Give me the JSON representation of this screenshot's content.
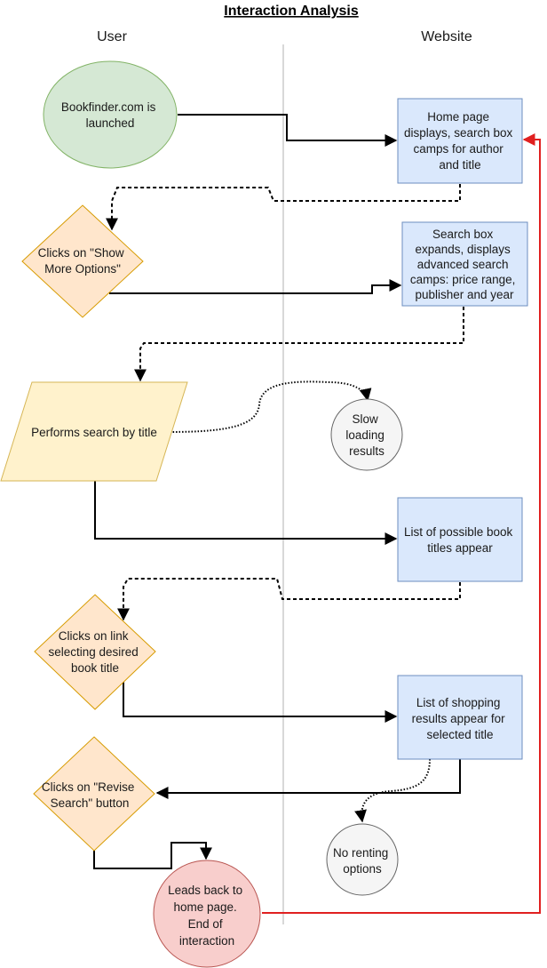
{
  "title": "Interaction Analysis",
  "lanes": {
    "user": "User",
    "website": "Website"
  },
  "nodes": {
    "launch": [
      "Bookfinder.com is",
      "launched"
    ],
    "home": [
      "Home page",
      "displays, search box",
      "camps for author",
      "and title"
    ],
    "show_more": [
      "Clicks on \"Show",
      "More Options\""
    ],
    "expand": [
      "Search box",
      "expands, displays",
      "advanced search",
      "camps: price range,",
      "publisher and year"
    ],
    "search": [
      "Performs search by title"
    ],
    "slow": [
      "Slow",
      "loading",
      "results"
    ],
    "titles": [
      "List of possible book",
      "titles appear"
    ],
    "link": [
      "Clicks on link",
      "selecting desired",
      "book title"
    ],
    "shopping": [
      "List of shopping",
      "results appear for",
      "selected title"
    ],
    "revise": [
      "Clicks on \"Revise",
      "Search\" button"
    ],
    "no_rent": [
      "No renting",
      "options"
    ],
    "end": [
      "Leads back to",
      "home page.",
      "End of",
      "interaction"
    ]
  },
  "colors": {
    "green_fill": "#d5e8d4",
    "green_stroke": "#82b366",
    "blue_fill": "#dae8fc",
    "blue_stroke": "#6c8ebf",
    "orange_fill": "#ffe6cc",
    "orange_stroke": "#d79b00",
    "yellow_fill": "#fff2cc",
    "yellow_stroke": "#d6b656",
    "gray_fill": "#f5f5f5",
    "gray_stroke": "#666666",
    "red_fill": "#f8cecc",
    "red_stroke": "#b85450",
    "return_line": "#e02020"
  }
}
